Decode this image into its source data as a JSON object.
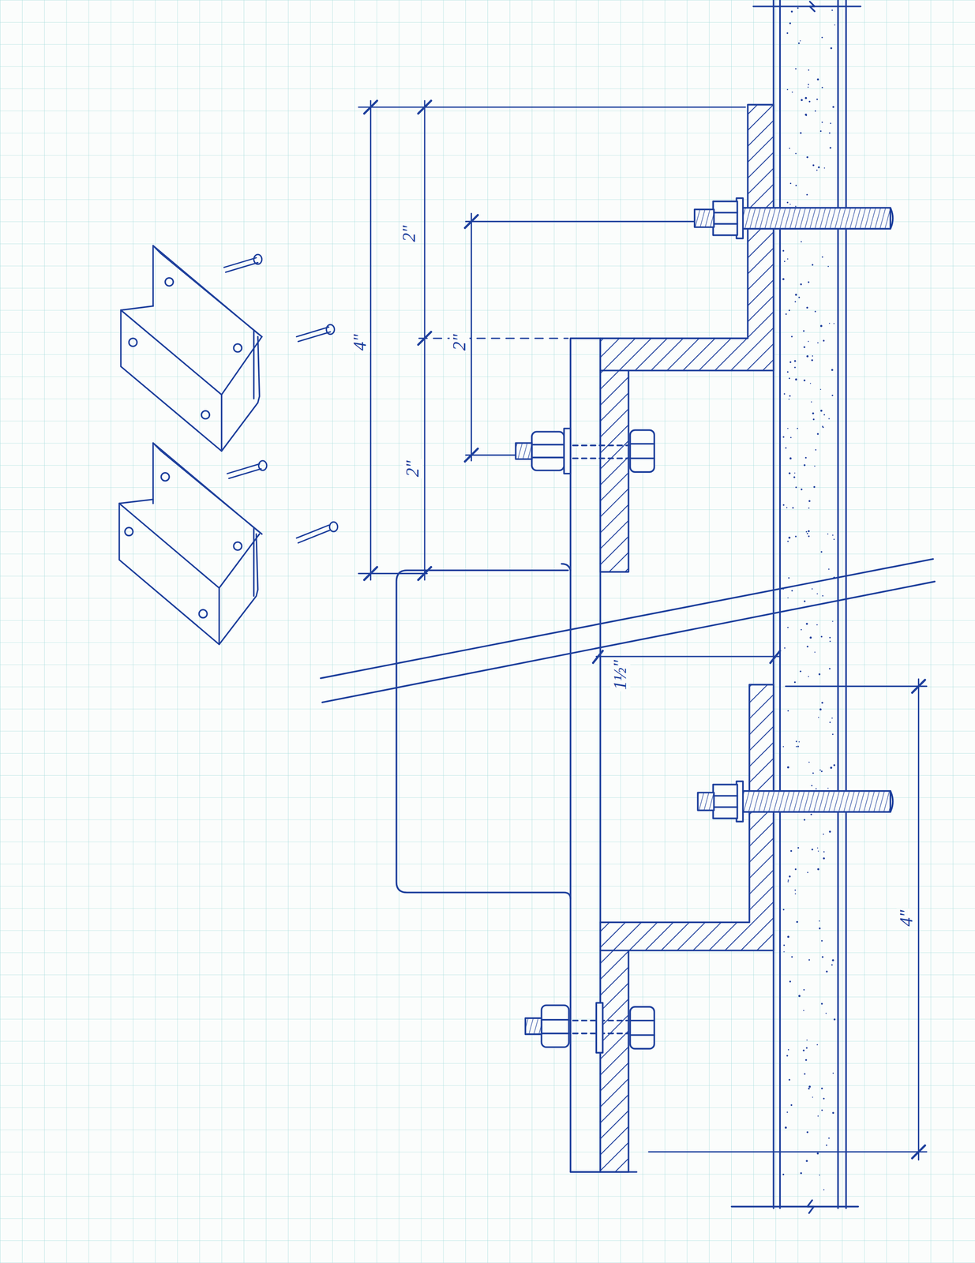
{
  "diagram": {
    "labels": [
      "2\"",
      "4\"",
      "2\"",
      "2\"",
      "1½\"",
      "4\""
    ]
  }
}
